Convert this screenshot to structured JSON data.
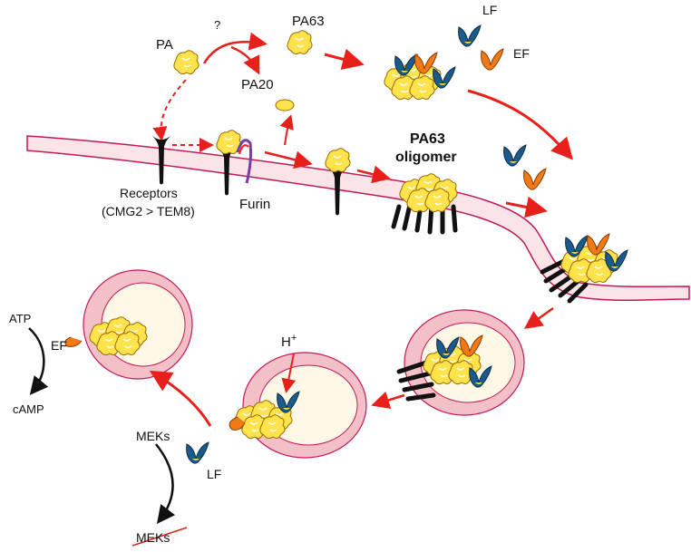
{
  "labels": {
    "pa": "PA",
    "question": "?",
    "pa63": "PA63",
    "pa20": "PA20",
    "lf_top": "LF",
    "ef_top": "EF",
    "pa63_oligomer_line1": "PA63",
    "pa63_oligomer_line2": "oligomer",
    "receptors_line1": "Receptors",
    "receptors_line2": "(CMG2 > TEM8)",
    "furin": "Furin",
    "h_plus": "H",
    "h_plus_sup": "+",
    "atp": "ATP",
    "camp": "cAMP",
    "ef_bottom": "EF",
    "meks": "MEKs",
    "lf_bottom": "LF",
    "meks_cleaved": "MEKs"
  },
  "colors": {
    "arrow": "#e8201c",
    "membrane_fill": "#fbe4e6",
    "membrane_stroke": "#c2185b",
    "vesicle_ring": "#f4c0c8",
    "vesicle_inner": "#fff8e6",
    "pa_fill": "#ffe34d",
    "pa_stroke": "#9a6a00",
    "lf": "#1b5a8a",
    "ef": "#f07a18",
    "receptor": "#111111",
    "furin": "#7b3aa8"
  }
}
